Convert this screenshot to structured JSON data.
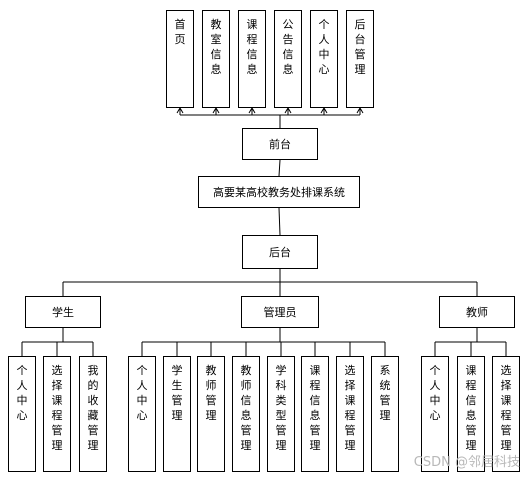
{
  "frontend": {
    "root": "前台",
    "items": [
      "首页",
      "教室信息",
      "课程信息",
      "公告信息",
      "个人中心",
      "后台管理"
    ]
  },
  "system": {
    "title": "高要某高校教务处排课系统"
  },
  "backend": {
    "root": "后台",
    "roles": [
      {
        "name": "学生",
        "items": [
          "个人中心",
          "选择课程管理",
          "我的收藏管理"
        ]
      },
      {
        "name": "管理员",
        "items": [
          "个人中心",
          "学生管理",
          "教师管理",
          "教师信息管理",
          "学科类型管理",
          "课程信息管理",
          "选择课程管理",
          "系统管理"
        ]
      },
      {
        "name": "教师",
        "items": [
          "个人中心",
          "课程信息管理",
          "选择课程管理"
        ]
      }
    ]
  },
  "watermark": "CSDN @邻居科技"
}
